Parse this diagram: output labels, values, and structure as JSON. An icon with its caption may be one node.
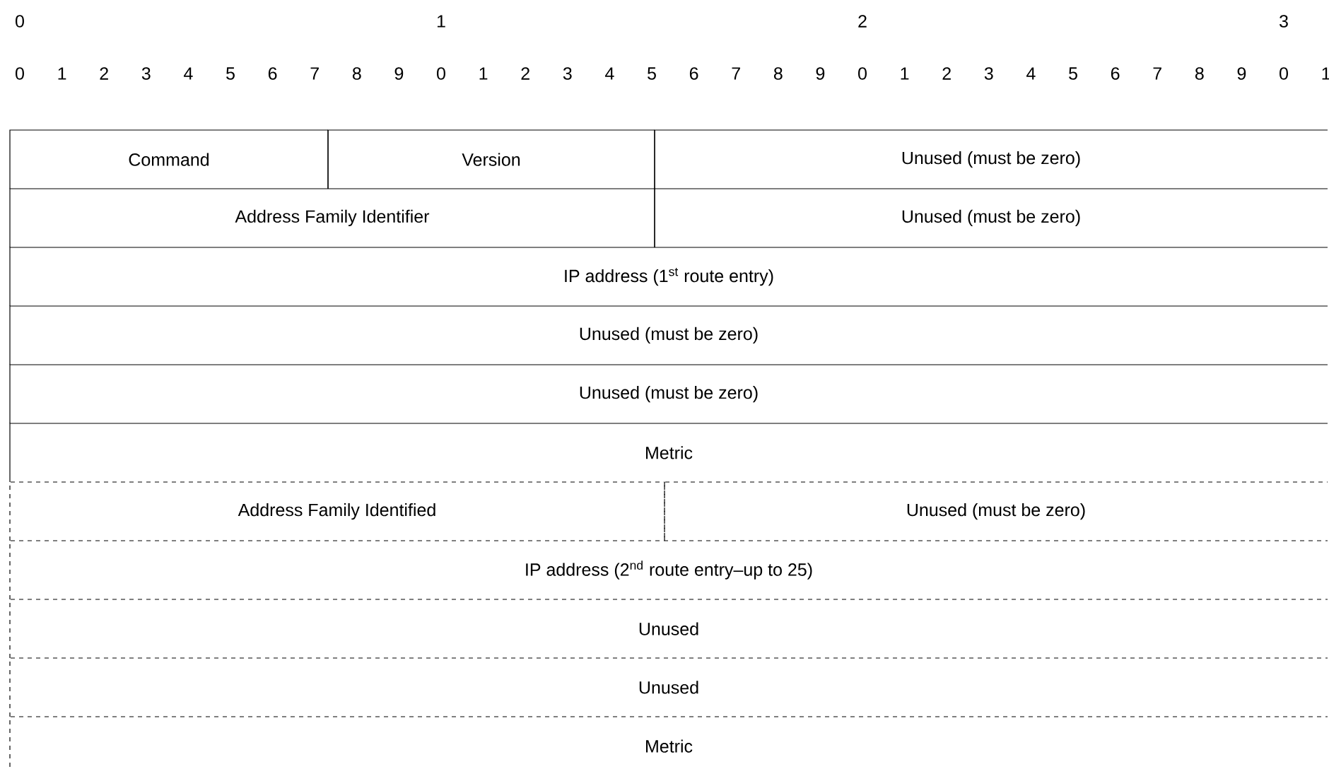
{
  "diagram": {
    "nodes": [
      {
        "text": [
          "Command"
        ]
      },
      {
        "text": [
          "Version"
        ]
      },
      {
        "text": [
          "Unused (must be zero)"
        ]
      },
      {
        "text": [
          "Address Family Identifier"
        ]
      },
      {
        "text": [
          "Unused (must be zero)"
        ]
      },
      {
        "text": [
          "IP address (1$^{st}$ route entry)"
        ]
      },
      {
        "text": [
          "Unused (must be zero)"
        ]
      },
      {
        "text": [
          "Unused (must be zero)"
        ]
      },
      {
        "text": [
          "Metric"
        ]
      },
      {
        "text": [
          "Address Family Identified"
        ]
      },
      {
        "text": [
          "Unused (must be zero)"
        ]
      },
      {
        "text": [
          "IP address (2$^{nd}$ route entry–up to 25)"
        ]
      },
      {
        "text": [
          "Unused"
        ]
      },
      {
        "text": [
          "Unused"
        ]
      },
      {
        "text": [
          "Metric"
        ]
      }
    ],
    "labels": [
      "0",
      "1",
      "2",
      "3",
      "0",
      "1",
      "2",
      "3",
      "4",
      "5",
      "6",
      "7",
      "8",
      "9",
      "0",
      "1",
      "2",
      "3",
      "4",
      "5",
      "6",
      "7",
      "8",
      "9",
      "0",
      "1",
      "2",
      "3",
      "4",
      "5",
      "6",
      "7",
      "8",
      "9",
      "0",
      "1"
    ]
  }
}
